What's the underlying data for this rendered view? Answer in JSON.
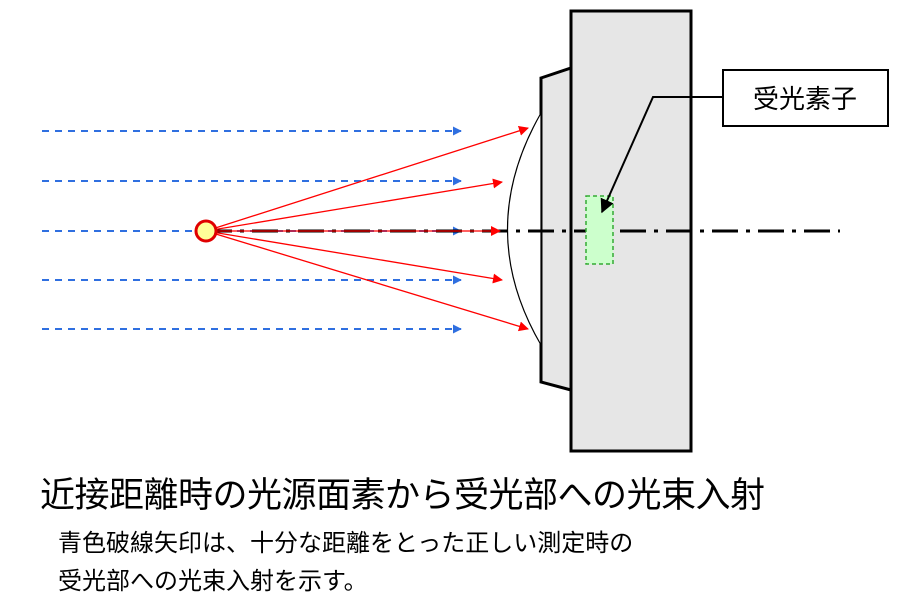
{
  "labels": {
    "photodetector": "受光素子"
  },
  "title": "近接距離時の光源面素から受光部への光束入射",
  "caption": {
    "line1": "青色破線矢印は、十分な距離をとった正しい測定時の",
    "line2": "受光部への光束入射を示す。"
  },
  "colors": {
    "blue_arrows": "#2f6fe0",
    "red_rays": "#ff0000",
    "light_source_fill": "#ffff99",
    "light_source_stroke": "#e00000",
    "housing_fill": "#e6e6e6",
    "sensor_fill": "#ccffcc",
    "sensor_stroke": "#33aa33"
  }
}
